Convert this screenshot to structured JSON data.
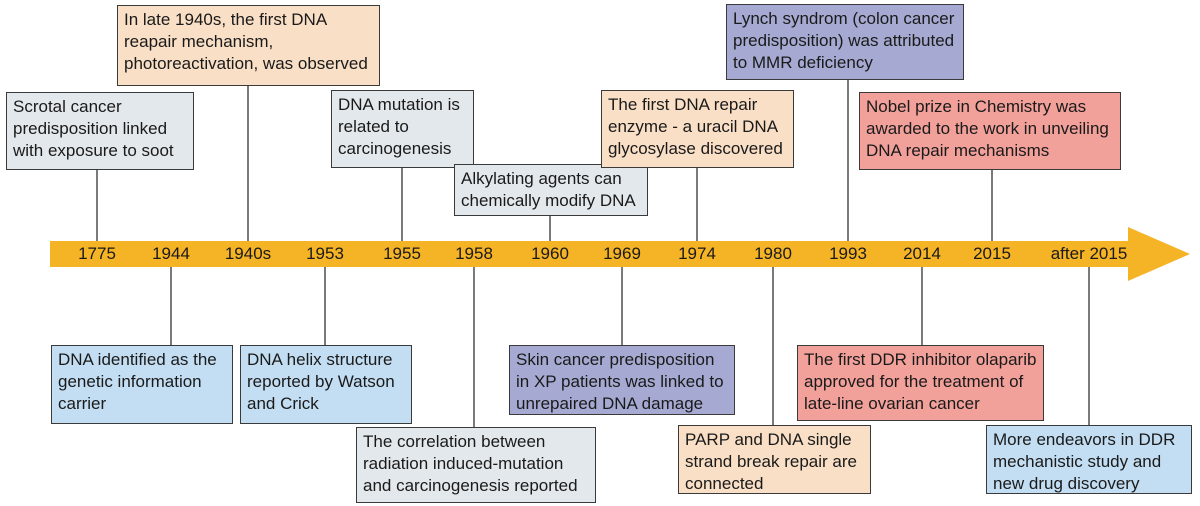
{
  "colors": {
    "arrow": "#f5b326",
    "connector": "#7a7a7a",
    "gray": "#e3e8ec",
    "orange": "#f9dfc6",
    "purple": "#a6aad2",
    "red": "#f2a09a",
    "blue": "#c3def3"
  },
  "years": [
    "1775",
    "1944",
    "1940s",
    "1953",
    "1955",
    "1958",
    "1960",
    "1969",
    "1974",
    "1980",
    "1993",
    "2014",
    "2015",
    "after 2015"
  ],
  "events": {
    "e1775": "Scrotal cancer predisposition linked with exposure to soot",
    "e1944": "DNA identified as the genetic information carrier",
    "e1940s": "In late 1940s,  the first DNA reapair mechanism, photoreactivation, was observed",
    "e1953": "DNA helix structure reported by Watson and Crick",
    "e1955": "DNA mutation is related to carcinogenesis",
    "e1958": "The correlation between radiation induced-mutation and carcinogenesis reported",
    "e1960": "Alkylating agents can chemically modify DNA",
    "e1969": "Skin cancer predisposition in XP patients was linked to unrepaired DNA damage",
    "e1974": "The first DNA repair enzyme - a uracil DNA glycosylase discovered",
    "e1980": "PARP and DNA single strand break repair are connected",
    "e1993": "Lynch syndrom (colon cancer predisposition) was attributed to MMR deficiency",
    "e2014": "The first DDR inhibitor olaparib approved for the treatment of late-line ovarian cancer",
    "e2015": "Nobel prize in Chemistry was awarded to the work in unveiling DNA repair mechanisms",
    "eafter2015": "More endeavors in DDR mechanistic study and new drug discovery"
  }
}
